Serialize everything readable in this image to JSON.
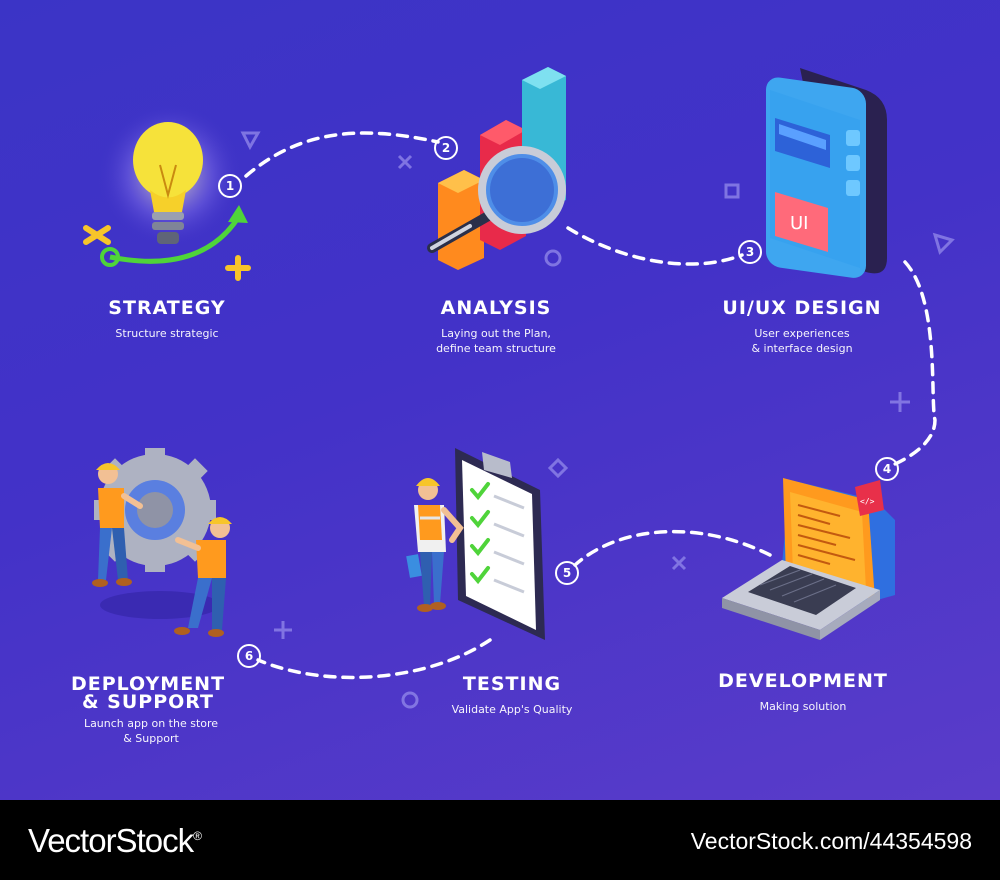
{
  "steps": [
    {
      "number": "1",
      "title": "STRATEGY",
      "desc": [
        "Structure strategic",
        ""
      ]
    },
    {
      "number": "2",
      "title": "ANALYSIS",
      "desc": [
        "Laying out the Plan,",
        "define team structure"
      ]
    },
    {
      "number": "3",
      "title": "UI/UX DESIGN",
      "desc": [
        "User experiences",
        "& interface design"
      ]
    },
    {
      "number": "4",
      "title": "DEVELOPMENT",
      "desc": [
        "Making solution",
        ""
      ]
    },
    {
      "number": "5",
      "title": "TESTING",
      "desc": [
        "Validate App's Quality",
        ""
      ]
    },
    {
      "number": "6",
      "title_lines": [
        "DEPLOYMENT",
        "& SUPPORT"
      ],
      "desc": [
        "Launch app on the store",
        "& Support"
      ]
    }
  ],
  "icons": {
    "phone_label": "UI",
    "code_tag": "</>"
  },
  "footer": {
    "brand": "VectorStock",
    "brand_mark": "®",
    "image_id": "VectorStock.com/44354598"
  },
  "colors": {
    "background": "#4033c7",
    "path": "#ffffff",
    "accent_yellow": "#f7c52a",
    "accent_green": "#4fd43a"
  }
}
